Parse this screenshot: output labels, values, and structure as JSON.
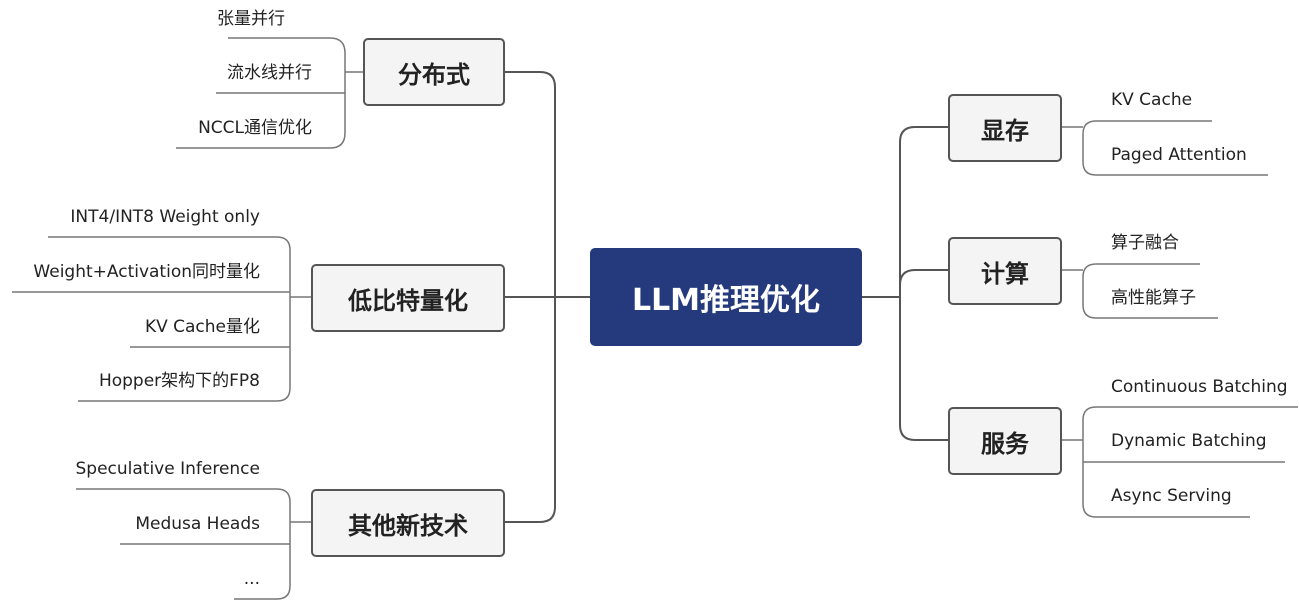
{
  "root": {
    "label": "LLM推理优化"
  },
  "left": [
    {
      "label": "分布式",
      "items": [
        "张量并行",
        "流水线并行",
        "NCCL通信优化"
      ]
    },
    {
      "label": "低比特量化",
      "items": [
        "INT4/INT8 Weight only",
        "Weight+Activation同时量化",
        "KV Cache量化",
        "Hopper架构下的FP8"
      ]
    },
    {
      "label": "其他新技术",
      "items": [
        "Speculative Inference",
        "Medusa Heads",
        "..."
      ]
    }
  ],
  "right": [
    {
      "label": "显存",
      "items": [
        "KV Cache",
        "Paged Attention"
      ]
    },
    {
      "label": "计算",
      "items": [
        "算子融合",
        "高性能算子"
      ]
    },
    {
      "label": "服务",
      "items": [
        "Continuous Batching",
        "Dynamic Batching",
        "Async Serving"
      ]
    }
  ]
}
